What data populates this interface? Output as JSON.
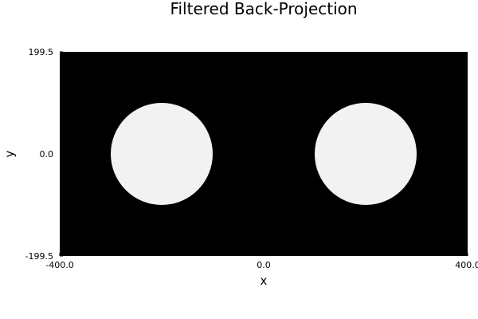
{
  "chart_data": {
    "type": "heatmap",
    "title": "Filtered Back-Projection",
    "xlabel": "x",
    "ylabel": "y",
    "xlim": [
      -400.0,
      400.0
    ],
    "ylim": [
      -199.5,
      199.5
    ],
    "x_ticks": [
      {
        "value": -400.0,
        "label": "-400.0"
      },
      {
        "value": 0.0,
        "label": "0.0"
      },
      {
        "value": 400.0,
        "label": "400.0"
      }
    ],
    "y_ticks": [
      {
        "value": 199.5,
        "label": "199.5"
      },
      {
        "value": 0.0,
        "label": "0.0"
      },
      {
        "value": -199.5,
        "label": "-199.5"
      }
    ],
    "background_value_color": "#000000",
    "colors": {
      "background": "#000000",
      "object": "#f2f2f2"
    },
    "objects": [
      {
        "shape": "disk",
        "center_x": -200,
        "center_y": 0,
        "radius": 100,
        "intensity_color": "#f2f2f2"
      },
      {
        "shape": "disk",
        "center_x": 200,
        "center_y": 0,
        "radius": 100,
        "intensity_color": "#f2f2f2"
      }
    ],
    "grid": false,
    "legend": "none",
    "colorbar": false
  }
}
